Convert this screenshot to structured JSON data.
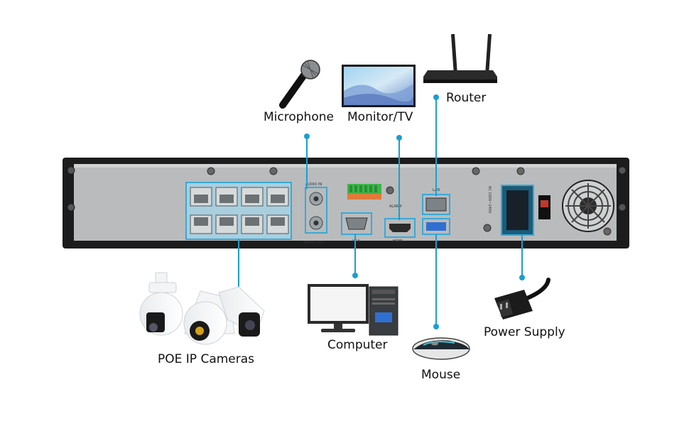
{
  "labels": {
    "microphone": "Microphone",
    "monitor": "Monitor/TV",
    "router": "Router",
    "computer": "Computer",
    "mouse": "Mouse",
    "power": "Power Supply",
    "cameras": "POE IP Cameras"
  },
  "panel_text": {
    "audio_in": "AUDIO IN",
    "audio_out": "AUDIO OUT",
    "alarm": "ALARM",
    "vga": "VGA",
    "hdmi": "HDMI",
    "lan": "LAN",
    "voltage": "AC 100V~240V"
  },
  "colors": {
    "accent": "#1a9fd0",
    "chassis": "#1c1c1c",
    "panel": "#b9bbbd",
    "highlight": "#3aa9d6"
  },
  "icons": [
    "microphone-icon",
    "monitor-icon",
    "router-icon",
    "computer-icon",
    "mouse-icon",
    "power-cord-icon",
    "ip-camera-icon"
  ]
}
